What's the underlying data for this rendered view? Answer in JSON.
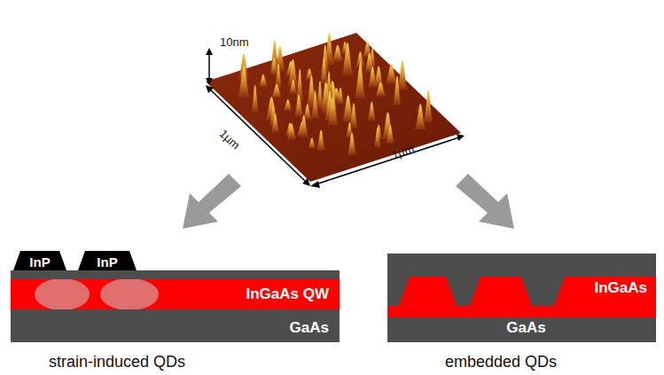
{
  "diagram": {
    "nodes": [
      {
        "text": [
          "InP"
        ]
      },
      {
        "text": [
          "InP"
        ]
      },
      {
        "text": [
          "GaAs"
        ]
      },
      {
        "text": [
          "InGaAs QW"
        ],
        "in": 2
      },
      {
        "text": [
          "GaAs"
        ]
      },
      {
        "text": [
          "InGaAs"
        ],
        "in": 4
      }
    ],
    "labels": [
      "10nm",
      "1µm",
      "1µm",
      "strain-induced QDs",
      "embedded QDs"
    ]
  }
}
